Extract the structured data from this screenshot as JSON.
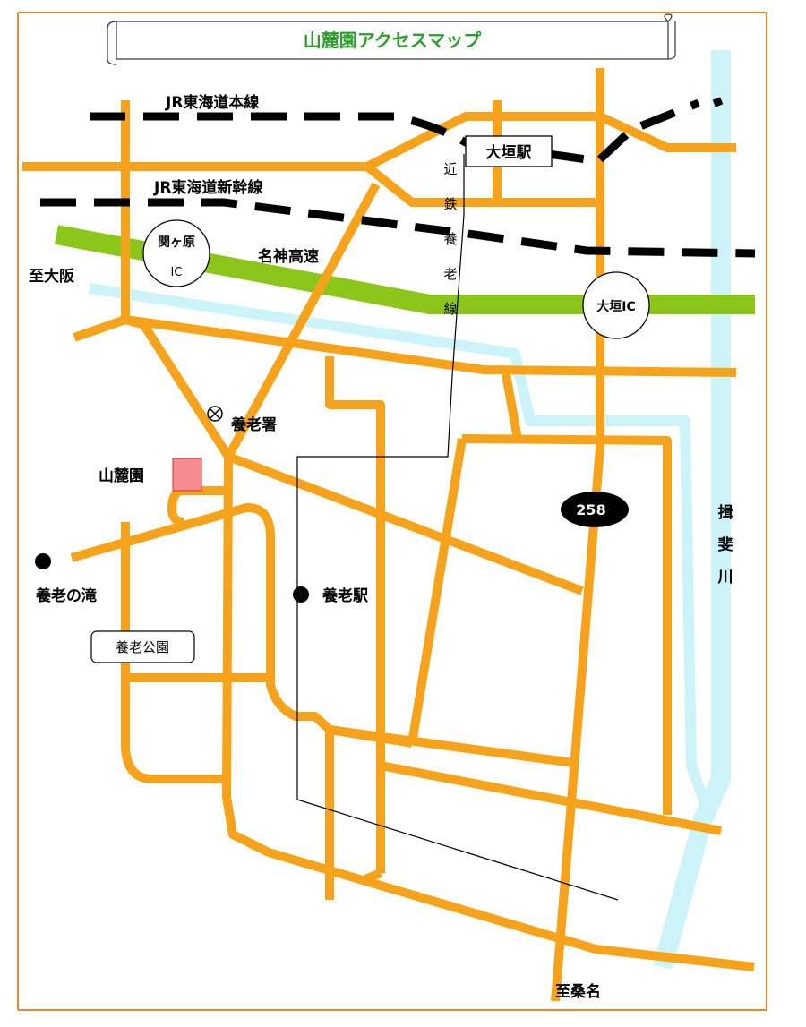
{
  "title": "山麓園アクセスマップ",
  "colors": {
    "road": "#f7a21b",
    "river": "#ccf4f8",
    "expressway": "#8cc61b",
    "rail": "#000000",
    "destination": "#f58b90",
    "title": "#2e9c2e",
    "frame": "#e28a2e"
  },
  "labels": {
    "jr_tokaido": "JR東海道本線",
    "jr_shinkansen": "JR東海道新幹線",
    "meishin": "名神高速",
    "to_osaka": "至大阪",
    "ogaki_station": "大垣駅",
    "kintetsu_line": [
      "近",
      "鉄",
      "養",
      "老",
      "線"
    ],
    "sekigahara_ic": [
      "関ヶ原",
      "IC"
    ],
    "ogaki_ic": "大垣IC",
    "police": "養老署",
    "sanroku_en": "山麓園",
    "yoro_falls": "養老の滝",
    "yoro_station": "養老駅",
    "yoro_park": "養老公園",
    "route_258": "258",
    "ibi_river": [
      "揖",
      "斐",
      "川"
    ],
    "to_kuwana": "至桑名"
  },
  "icons": {
    "police": "police-station-icon",
    "falls": "location-dot-icon",
    "station": "station-dot-icon"
  }
}
